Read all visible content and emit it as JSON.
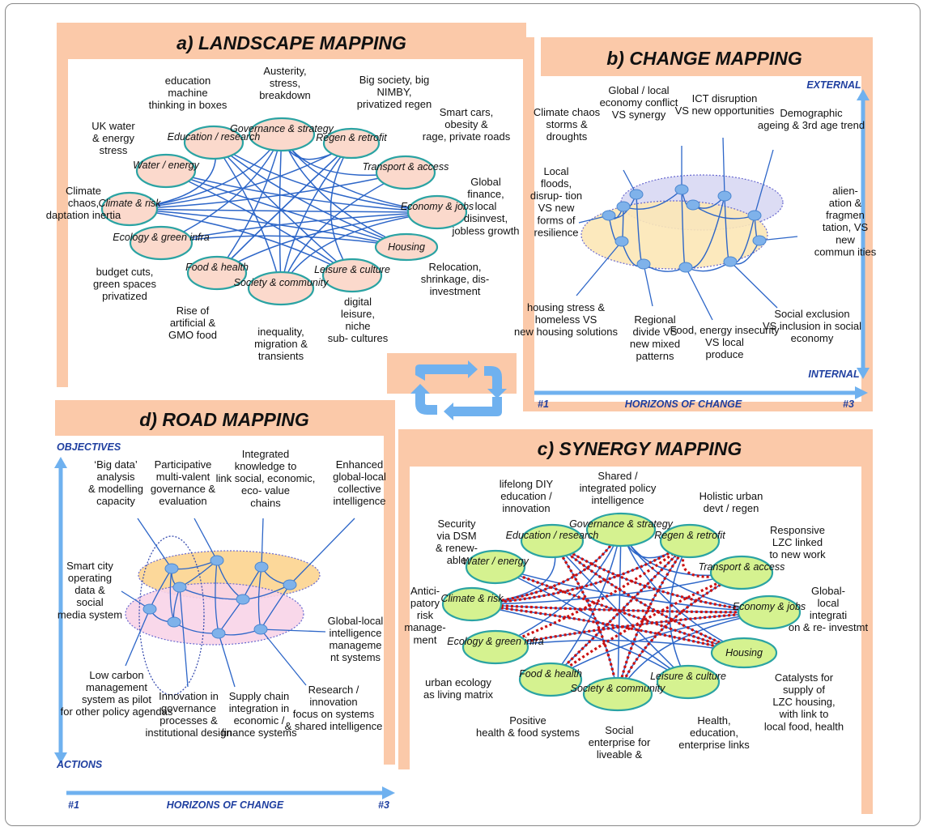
{
  "colors": {
    "panel_fill": "#fbc9a9",
    "panel_inner": "#ffffff",
    "landscape_node_fill": "#fbd9cc",
    "landscape_node_stroke": "#2aa3a3",
    "synergy_node_fill": "#d5f290",
    "synergy_node_stroke": "#2aa3a3",
    "link": "#2d66c8",
    "synergy_link": "#cc1111",
    "node_dot": "#7fb2ea",
    "axis": "#6fb1ef",
    "axis_text": "#1f3fa0",
    "change_ellipse_top": "#dcdcf4",
    "change_ellipse_bottom": "#fce7b6",
    "road_ellipse_top": "#fcd89a",
    "road_ellipse_bottom": "#f8d4e8"
  },
  "landscape": {
    "title": "a) LANDSCAPE MAPPING",
    "nodes": {
      "education": "Education / research",
      "governance": "Governance & strategy",
      "regen": "Regen & retrofit",
      "transport": "Transport & access",
      "economy": "Economy & jobs",
      "housing": "Housing",
      "leisure": "Leisure & culture",
      "society": "Society & community",
      "food": "Food & health",
      "ecology": "Ecology & green infra",
      "climate": "Climate & risk",
      "water": "Water / energy"
    },
    "labels": {
      "education_machine": "education machine thinking in boxes",
      "austerity": "Austerity, stress, breakdown",
      "big_society": "Big society, big NIMBY, privatized regen",
      "smart_cars": "Smart cars, obesity & rage, private roads",
      "uk_water": "UK water & energy stress",
      "climate_chaos": "Climate chaos, daptation inertia",
      "global_finance": "Global finance, local disinvest, jobless growth",
      "relocation": "Relocation, shrinkage, dis- investment",
      "budget_cuts": "budget cuts, green spaces privatized",
      "rise_artificial": "Rise of artificial & GMO food",
      "inequality": "inequality, migration & transients",
      "digital_leisure": "digital leisure, niche sub- cultures"
    }
  },
  "change": {
    "title": "b) CHANGE MAPPING",
    "axis_top": "EXTERNAL",
    "axis_bottom": "INTERNAL",
    "axis_start": "#1",
    "axis_mid": "HORIZONS OF CHANGE",
    "axis_end": "#3",
    "labels": {
      "climate_storms": "Climate chaos storms & droughts",
      "global_local_economy": "Global / local economy conflict VS synergy",
      "ict": "ICT disruption VS new opportunities",
      "demographic": "Demographic ageing & 3rd age trend",
      "local_floods": "Local floods, disrup- tion VS new forms of resilience",
      "alienation": "alien- ation & fragmen tation, VS new commun ities",
      "housing_stress": "housing stress & homeless VS new housing solutions",
      "regional_divide": "Regional divide VS new mixed patterns",
      "food_energy": "Food, energy insecurity VS local produce",
      "social_exclusion": "Social exclusion VS inclusion in social economy"
    }
  },
  "synergy": {
    "title": "c) SYNERGY MAPPING",
    "nodes": {
      "education": "Education / research",
      "governance": "Governance & strategy",
      "regen": "Regen & retrofit",
      "transport": "Transport & access",
      "economy": "Economy & jobs",
      "housing": "Housing",
      "leisure": "Leisure & culture",
      "society": "Society & community",
      "food": "Food & health",
      "ecology": "Ecology & green infra",
      "climate": "Climate & risk",
      "water": "Water / energy"
    },
    "labels": {
      "lifelong": "lifelong DIY education / innovation",
      "shared_policy": "Shared / integrated policy intelligence",
      "holistic": "Holistic urban devt / regen",
      "security": "Security via DSM & renew- able",
      "responsive": "Responsive LZC linked to new work",
      "anticipatory": "Antici- patory risk manage- ment",
      "global_local_integration": "Global- local integrati on & re- investmt",
      "urban_ecology": "urban ecology as living matrix",
      "catalysts": "Catalysts for supply of LZC housing, with link to local food, health",
      "positive_health": "Positive health & food systems",
      "social_enterprise": "Social enterprise for liveable &",
      "health_education": "Health, education, enterprise links"
    }
  },
  "road": {
    "title": "d) ROAD  MAPPING",
    "axis_top": "OBJECTIVES",
    "axis_bottom": "ACTIONS",
    "axis_start": "#1",
    "axis_mid": "HORIZONS OF CHANGE",
    "axis_end": "#3",
    "labels": {
      "big_data": "‘Big data’ analysis & modelling capacity",
      "participative": "Participative multi-valent governance & evaluation",
      "integrated_knowledge": "Integrated knowledge to link social, economic, eco- value chains",
      "enhanced": "Enhanced global-local collective intelligence",
      "smart_city": "Smart city operating data & social media system",
      "global_local_intel": "Global-local intelligence manageme nt systems",
      "low_carbon": "Low carbon management system as pilot for other policy agendas",
      "innovation_gov": "Innovation in governance processes & institutional design",
      "supply_chain": "Supply chain integration in economic / finance systems",
      "research_innovation": "Research / innovation focus on systems & shared intelligence"
    }
  }
}
